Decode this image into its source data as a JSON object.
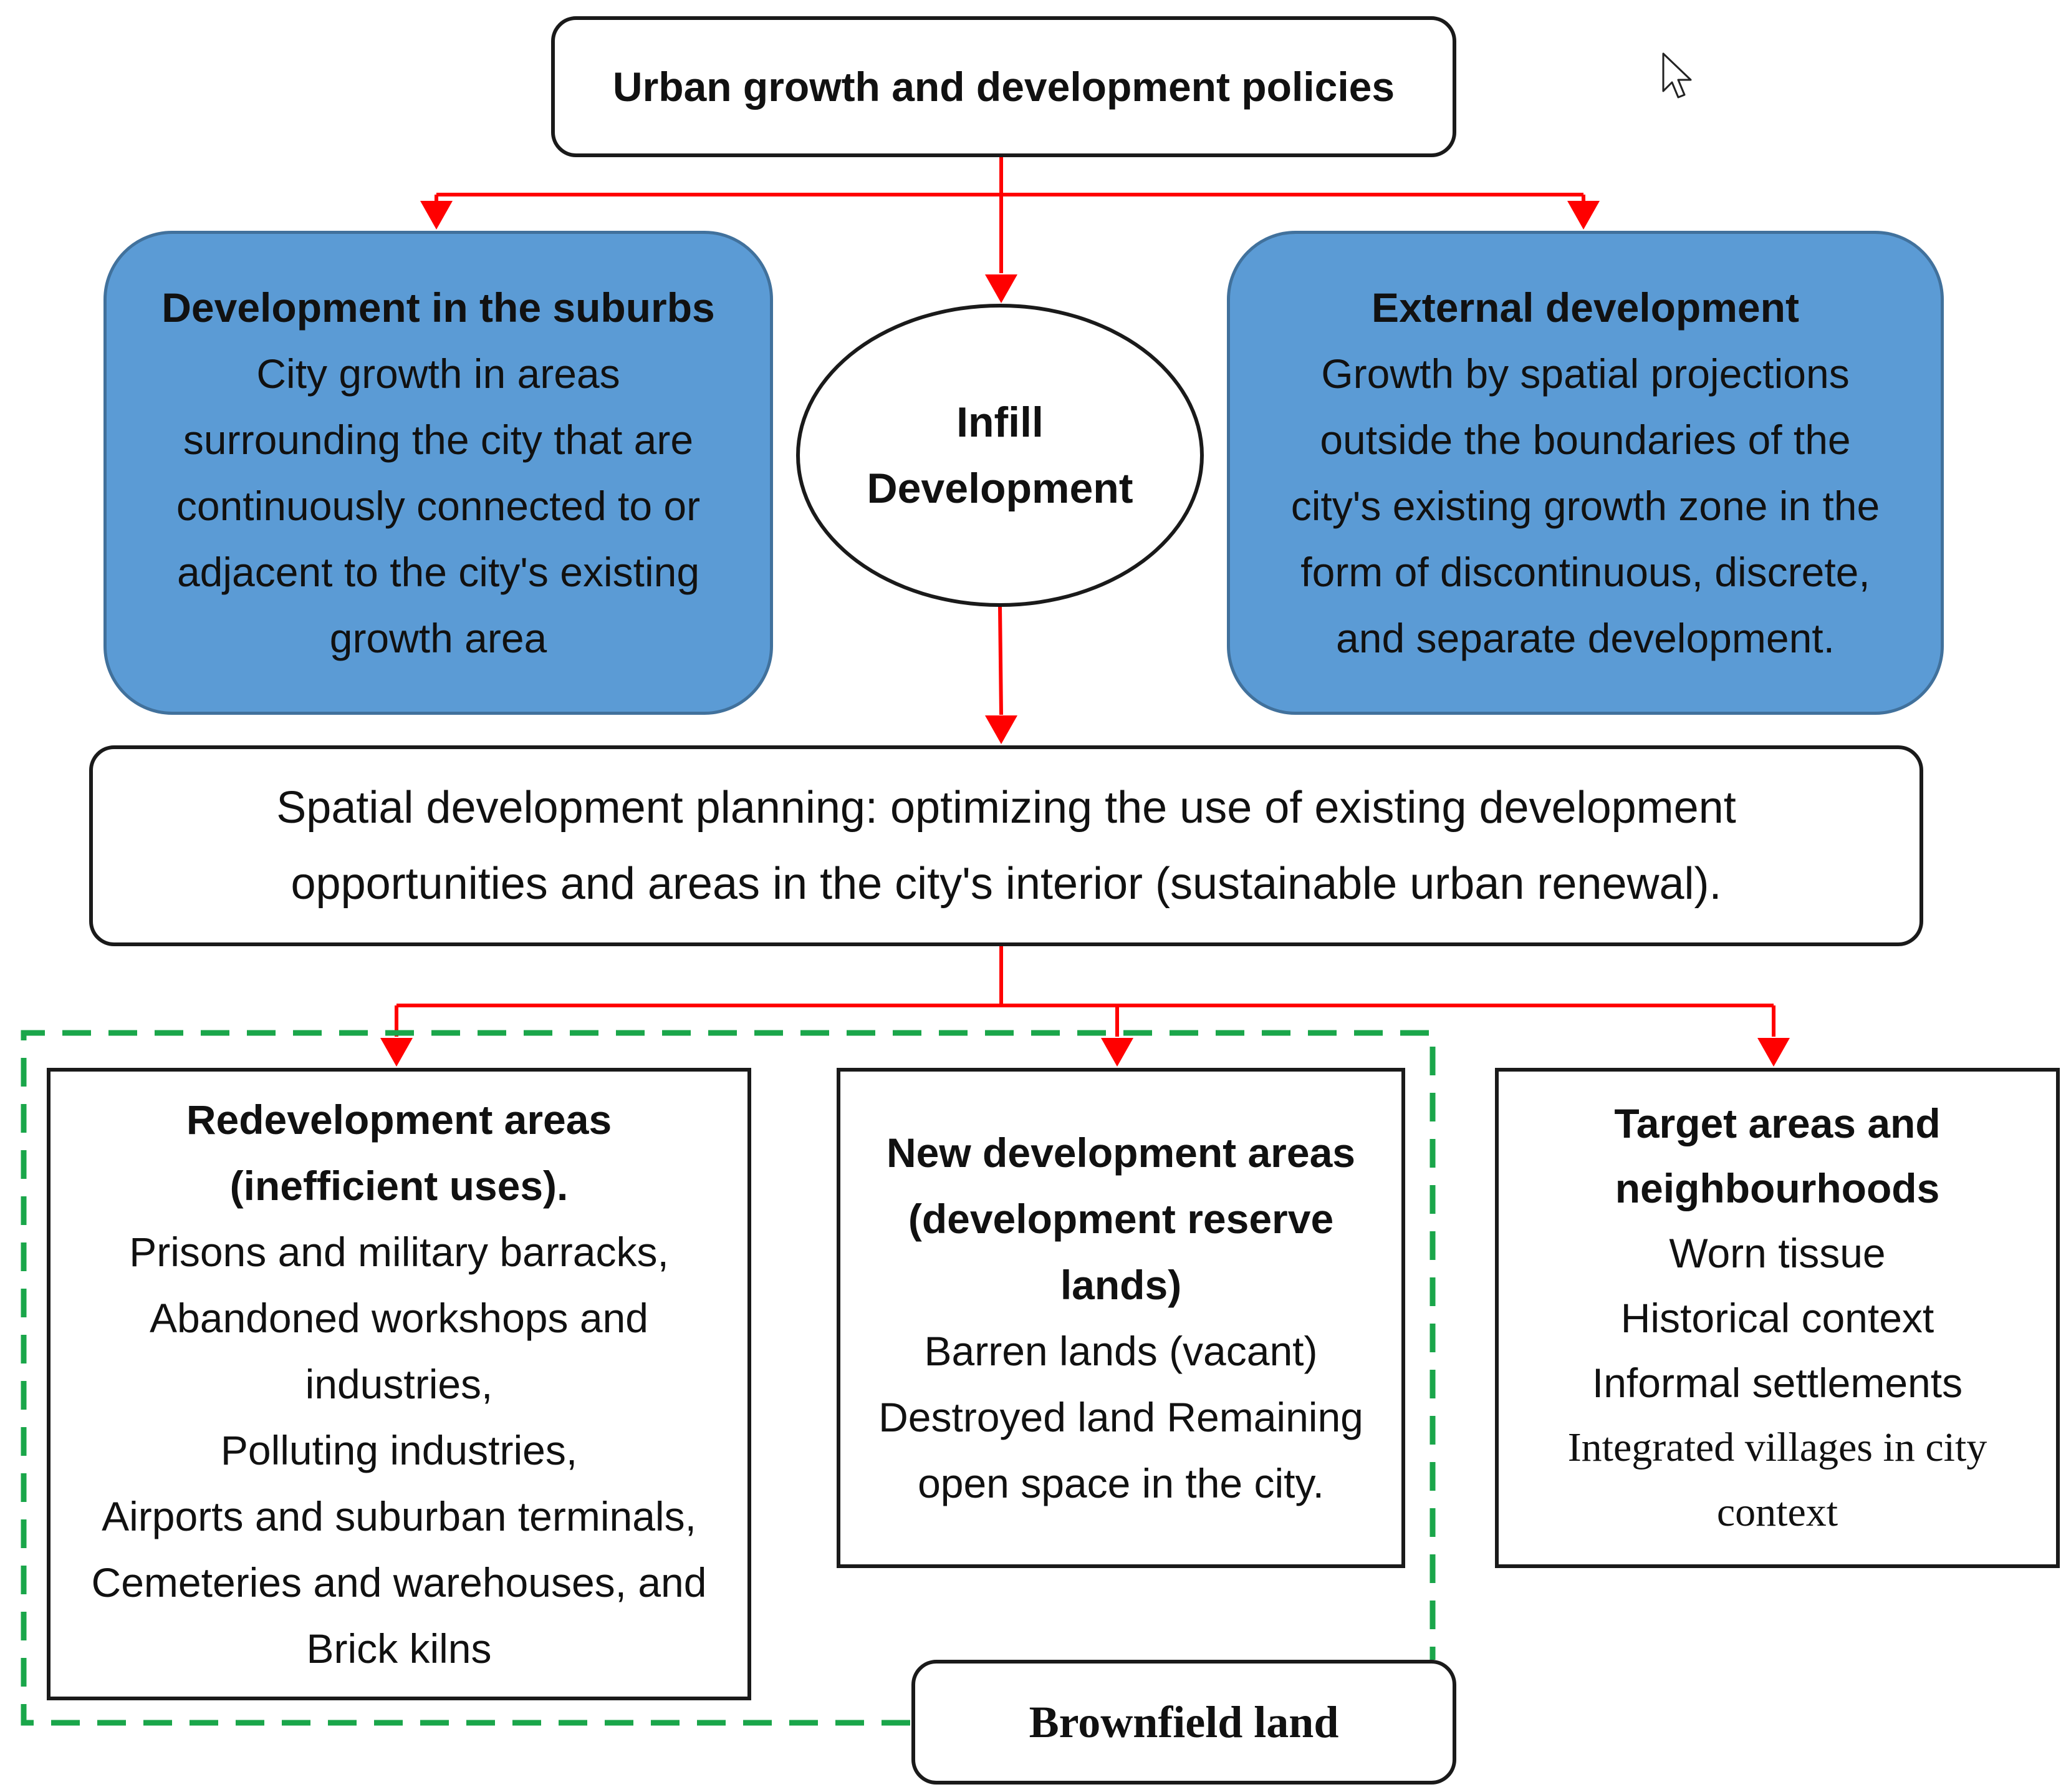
{
  "colors": {
    "arrow": "#ff0000",
    "blue_fill": "#5b9bd5",
    "blue_border": "#41719c",
    "dashed_group": "#1aa64a",
    "outline": "#1a1a1a"
  },
  "nodes": {
    "top": {
      "title": "Urban growth and development policies"
    },
    "suburbs": {
      "title": "Development in the suburbs",
      "lines": [
        "City growth in areas",
        "surrounding the city that are",
        "continuously connected to or",
        "adjacent to the city's existing",
        "growth area"
      ]
    },
    "infill": {
      "lines": [
        "Infill",
        "Development"
      ]
    },
    "external": {
      "title": "External development",
      "lines": [
        "Growth by spatial projections",
        "outside the boundaries of the",
        "city's existing growth zone in the",
        "form of discontinuous, discrete,",
        "and separate development."
      ]
    },
    "spatial": {
      "lines": [
        "Spatial development planning: optimizing the use of existing development",
        "opportunities and areas in the city's interior (sustainable urban renewal)."
      ]
    },
    "redevelopment": {
      "title_lines": [
        "Redevelopment areas",
        "(inefficient uses)."
      ],
      "lines": [
        "Prisons and military barracks,",
        "Abandoned workshops and",
        "industries,",
        "Polluting industries,",
        "Airports and suburban terminals,",
        "Cemeteries and warehouses, and",
        "Brick kilns"
      ]
    },
    "new_development": {
      "title_lines": [
        "New development areas",
        "(development reserve",
        "lands)"
      ],
      "lines": [
        "Barren lands (vacant)",
        "Destroyed land Remaining",
        "open space in the city."
      ]
    },
    "target": {
      "title_lines": [
        "Target areas and",
        "neighbourhoods"
      ],
      "lines": [
        "Worn tissue",
        "Historical context",
        "Informal settlements",
        "Integrated villages in city",
        "context"
      ]
    },
    "brownfield": {
      "title": "Brownfield land"
    }
  },
  "edges": [
    {
      "from": "top",
      "to": "suburbs"
    },
    {
      "from": "top",
      "to": "infill"
    },
    {
      "from": "top",
      "to": "external"
    },
    {
      "from": "infill",
      "to": "spatial"
    },
    {
      "from": "spatial",
      "to": "redevelopment"
    },
    {
      "from": "spatial",
      "to": "new_development"
    },
    {
      "from": "spatial",
      "to": "target"
    }
  ],
  "groups": [
    {
      "name": "brownfield",
      "members": [
        "redevelopment",
        "new_development"
      ],
      "label_node": "brownfield",
      "style": "dashed"
    }
  ],
  "cursor": {
    "icon": "mouse-pointer-icon"
  }
}
